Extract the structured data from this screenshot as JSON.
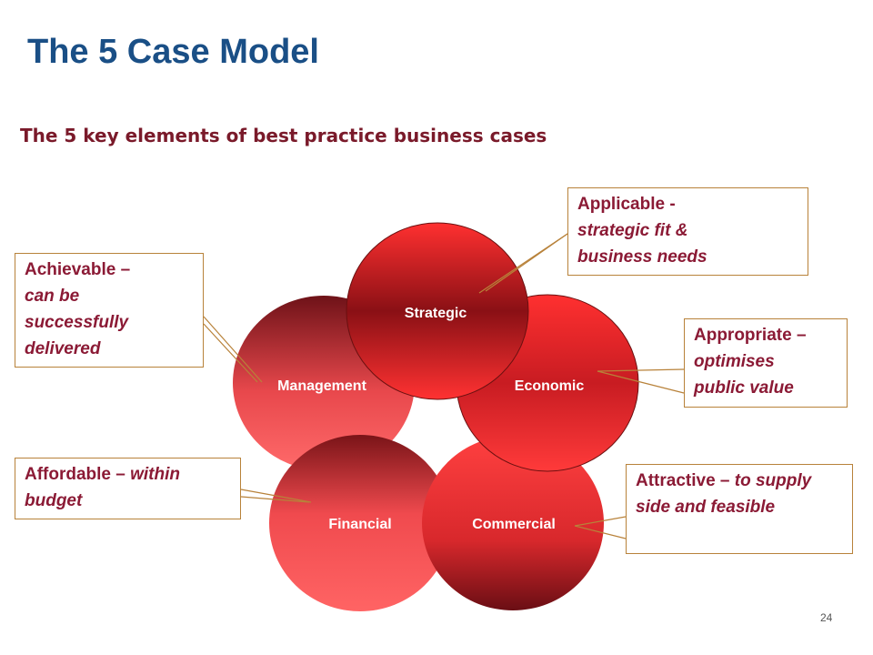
{
  "title": "The 5 Case Model",
  "subtitle": "The 5 key elements of best practice business cases",
  "cases": {
    "strategic": "Strategic",
    "economic": "Economic",
    "management": "Management",
    "financial": "Financial",
    "commercial": "Commercial"
  },
  "callouts": {
    "applicable": {
      "head": "Applicable  -",
      "desc": "strategic fit & business needs"
    },
    "achievable": {
      "head": "Achievable –",
      "desc": "can be successfully delivered"
    },
    "appropriate": {
      "head": "Appropriate –",
      "desc": "optimises public value"
    },
    "affordable": {
      "head": "Affordable –",
      "desc": "within budget"
    },
    "attractive": {
      "head": "Attractive –",
      "desc": "to supply side and feasible"
    }
  },
  "page_number": "24",
  "colors": {
    "title": "#1a4f86",
    "subtitle": "#7a1a2a",
    "callout_text": "#8b1a35",
    "callout_border": "#b8823a",
    "circle_bright": "#ff3030",
    "circle_dark": "#6e0e14"
  }
}
